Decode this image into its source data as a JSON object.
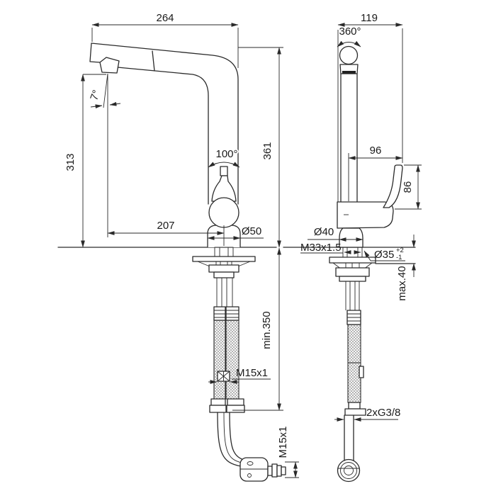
{
  "drawing": {
    "type": "technical-dimension-drawing",
    "subject": "single-lever kitchen mixer tap with pull-out spout, front and side elevations",
    "front_view": {
      "spout_reach": "264",
      "outlet_height": "313",
      "overall_height": "361",
      "spout_tilt_angle": "7°",
      "lever_swing_angle": "100°",
      "outlet_to_axis": "207",
      "base_diameter": "Ø50",
      "hose_min_length": "min.350",
      "hose_coupling_thread": "M15x1",
      "pullout_hose_thread": "M15x1"
    },
    "side_view": {
      "body_depth": "119",
      "spout_swivel_angle": "360°",
      "lever_reach": "96",
      "lever_height": "86",
      "body_diameter": "Ø40",
      "fixing_thread": "M33x1.5",
      "hole_diameter": "Ø35",
      "hole_tolerance_plus": "+2",
      "hole_tolerance_minus": "-1",
      "max_deck_thickness": "max.40",
      "supply_connection": "2xG3/8"
    }
  }
}
